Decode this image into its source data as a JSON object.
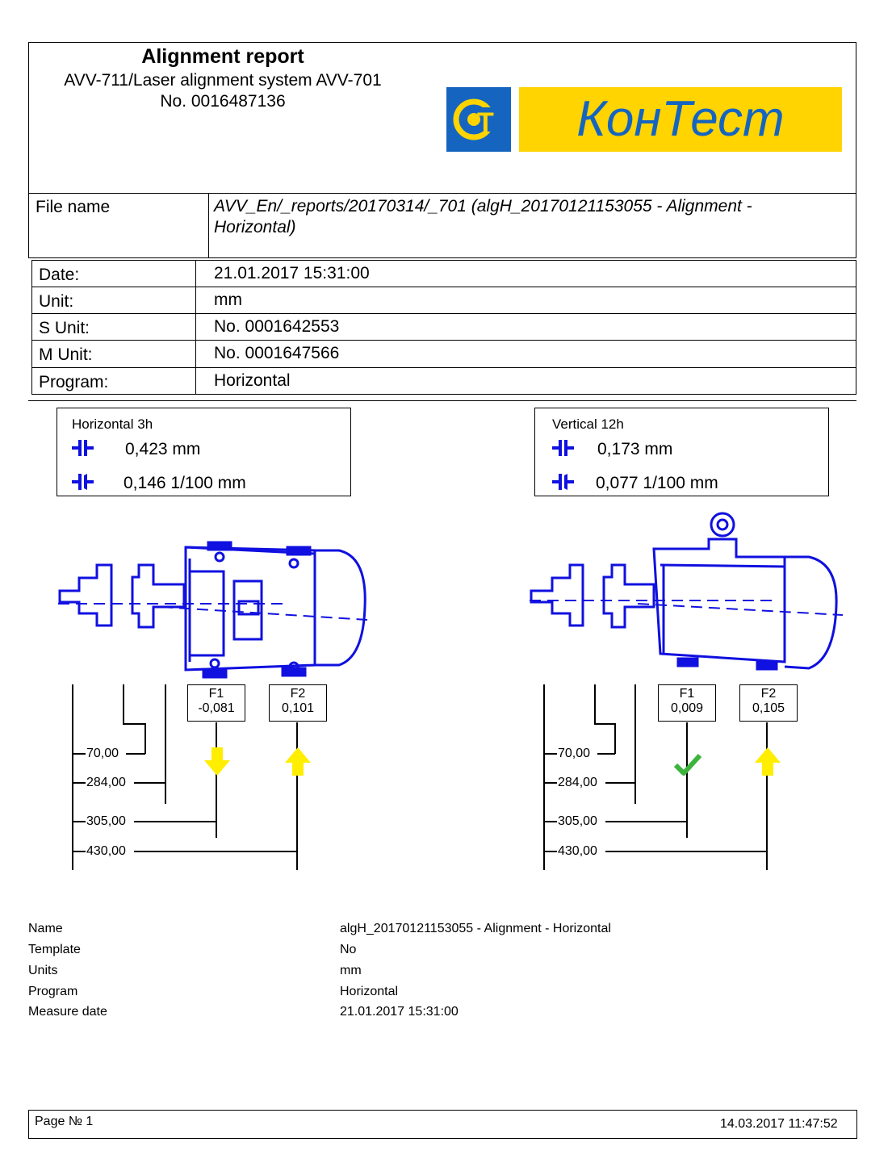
{
  "header": {
    "title": "Alignment report",
    "subtitle": "AVV-711/Laser alignment system AVV-701",
    "number": "No. 0016487136",
    "logo_text": "КонТест",
    "logo_mark": "CT",
    "logo_bg": "#1565c0",
    "logo_yellow": "#ffd400"
  },
  "file": {
    "label": "File name",
    "value_line1": "AVV_En/_reports/20170314/_701 (algH_20170121153055 - Alignment -",
    "value_line2": "Horizontal)"
  },
  "details": [
    {
      "label": "Date:",
      "value": "21.01.2017 15:31:00"
    },
    {
      "label": "Unit:",
      "value": "mm"
    },
    {
      "label": "S Unit:",
      "value": "No. 0001642553"
    },
    {
      "label": "M Unit:",
      "value": "No. 0001647566"
    },
    {
      "label": "Program:",
      "value": "Horizontal"
    }
  ],
  "horizontal": {
    "title": "Horizontal 3h",
    "offset": "0,423 mm",
    "angle": "0,146 1/100 mm",
    "f1_label": "F1",
    "f1_value": "-0,081",
    "f2_label": "F2",
    "f2_value": "0,101",
    "f1_status": "down-arrow",
    "f2_status": "up-arrow",
    "dims": [
      "70,00",
      "284,00",
      "305,00",
      "430,00"
    ]
  },
  "vertical": {
    "title": "Vertical 12h",
    "offset": "0,173 mm",
    "angle": "0,077 1/100 mm",
    "f1_label": "F1",
    "f1_value": "0,009",
    "f2_label": "F2",
    "f2_value": "0,105",
    "f1_status": "checkmark",
    "f2_status": "up-arrow",
    "dims": [
      "70,00",
      "284,00",
      "305,00",
      "430,00"
    ]
  },
  "colors": {
    "drawing": "#1010e0",
    "arrow": "#ffee00",
    "check": "#3cb43c"
  },
  "info": [
    {
      "label": "Name",
      "value": "algH_20170121153055 - Alignment - Horizontal"
    },
    {
      "label": "Template",
      "value": "No"
    },
    {
      "label": "Units",
      "value": "mm"
    },
    {
      "label": "Program",
      "value": "Horizontal"
    },
    {
      "label": "Measure date",
      "value": "21.01.2017 15:31:00"
    }
  ],
  "footer": {
    "page": "Page № 1",
    "timestamp": "14.03.2017 11:47:52"
  }
}
